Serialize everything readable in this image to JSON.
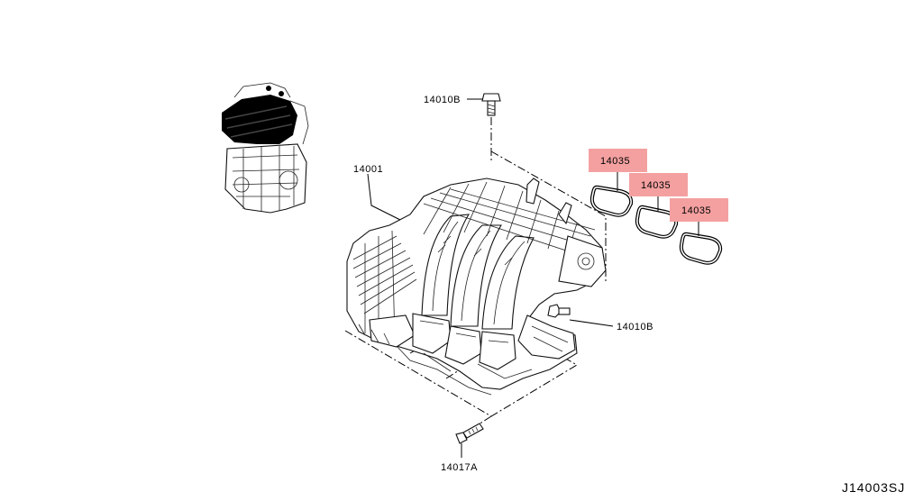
{
  "diagram_code": "J14003SJ",
  "labels": {
    "bolt_top": "14010B",
    "bolt_side": "14010B",
    "manifold": "14001",
    "gasket_1": "14035",
    "gasket_2": "14035",
    "gasket_3": "14035",
    "bolt_bottom": "14017A"
  },
  "colors": {
    "highlight": "#f4a0a0",
    "line": "#000000",
    "background": "#ffffff"
  }
}
